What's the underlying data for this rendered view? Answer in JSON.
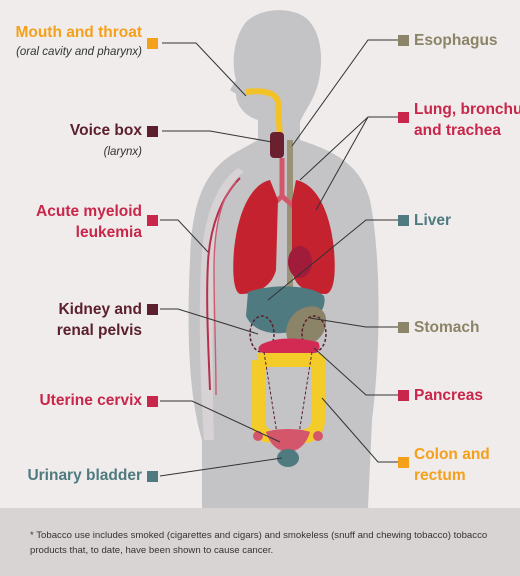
{
  "labels": {
    "mouth": {
      "title": "Mouth and throat",
      "sub": "(oral cavity and pharynx)"
    },
    "voice": {
      "title": "Voice box",
      "sub": "(larynx)"
    },
    "aml": {
      "line1": "Acute myeloid",
      "line2": "leukemia"
    },
    "kidney": {
      "line1": "Kidney and",
      "line2": "renal pelvis"
    },
    "cervix": {
      "title": "Uterine cervix"
    },
    "bladder": {
      "title": "Urinary bladder"
    },
    "esophagus": {
      "title": "Esophagus"
    },
    "lung": {
      "line1": "Lung, bronchus,",
      "line2": "and trachea"
    },
    "liver": {
      "title": "Liver"
    },
    "stomach": {
      "title": "Stomach"
    },
    "pancreas": {
      "title": "Pancreas"
    },
    "colon": {
      "line1": "Colon and",
      "line2": "rectum"
    }
  },
  "colors": {
    "mouth": "#f5a01a",
    "voice": "#5b1f2e",
    "aml": "#c8264a",
    "kidney": "#5b1f2e",
    "cervix": "#c8264a",
    "bladder": "#4f7a80",
    "esophagus": "#8c8468",
    "lung": "#c8264a",
    "liver": "#4f7a80",
    "stomach": "#8c8468",
    "pancreas": "#c8264a",
    "colon": "#f5a01a",
    "silhouette": "#c4c4c6",
    "background": "#efeceb",
    "footnote_bg": "#d9d4d4"
  },
  "footnote": "* Tobacco use includes smoked (cigarettes and cigars) and smokeless (snuff and chewing tobacco) tobacco products that, to date, have been shown to cause cancer."
}
